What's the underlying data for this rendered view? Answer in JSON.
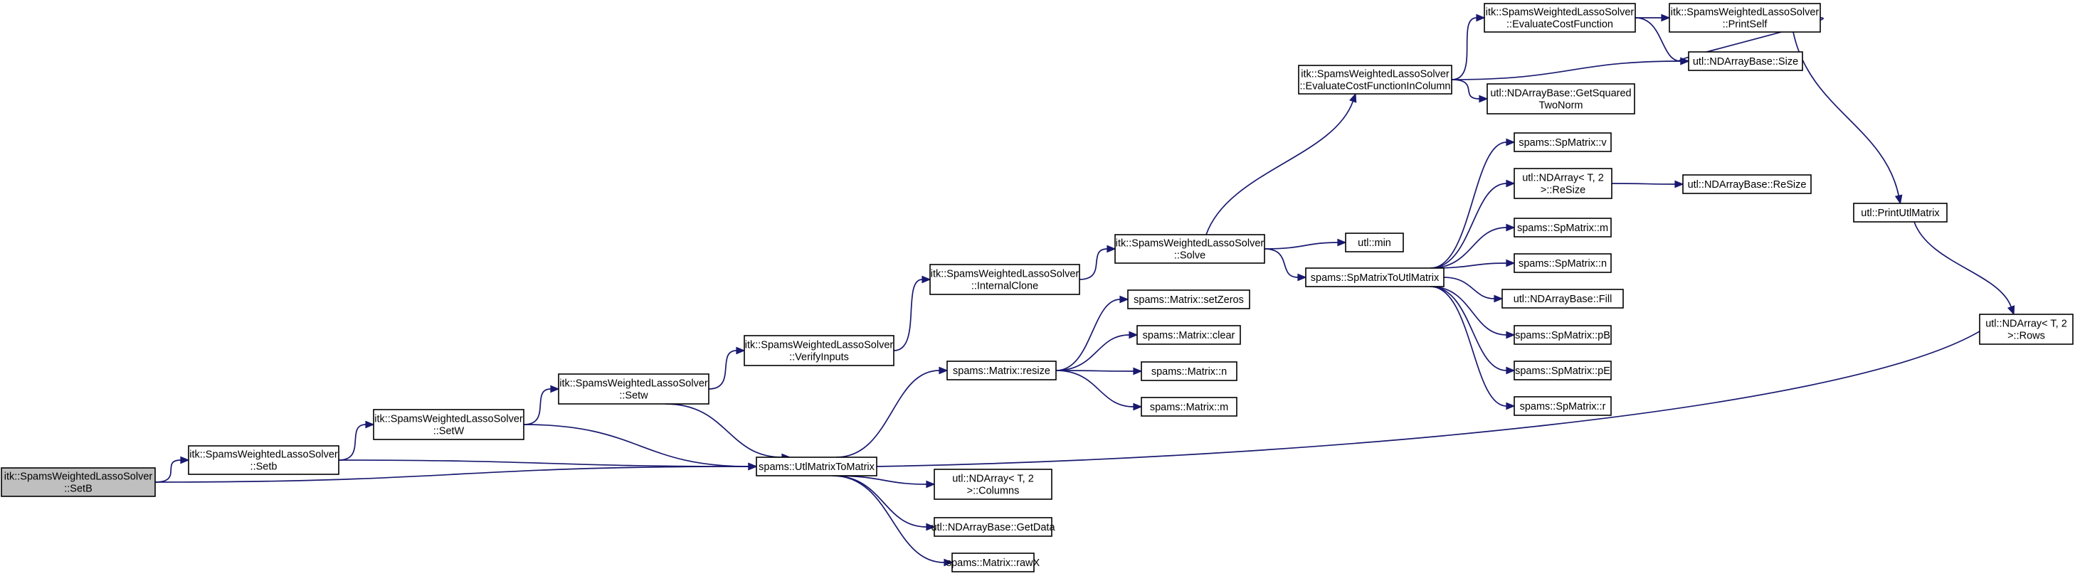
{
  "colors": {
    "edge": "#191970",
    "node_border": "#000000",
    "node_fill": "#ffffff",
    "root_fill": "#bfbfbf"
  },
  "nodes": [
    {
      "id": "setB",
      "lines": [
        "itk::SpamsWeightedLassoSolver",
        "::SetB"
      ],
      "root": true
    },
    {
      "id": "setb",
      "lines": [
        "itk::SpamsWeightedLassoSolver",
        "::Setb"
      ]
    },
    {
      "id": "setW",
      "lines": [
        "itk::SpamsWeightedLassoSolver",
        "::SetW"
      ]
    },
    {
      "id": "setw",
      "lines": [
        "itk::SpamsWeightedLassoSolver",
        "::Setw"
      ]
    },
    {
      "id": "verify",
      "lines": [
        "itk::SpamsWeightedLassoSolver",
        "::VerifyInputs"
      ]
    },
    {
      "id": "internalClone",
      "lines": [
        "itk::SpamsWeightedLassoSolver",
        "::InternalClone"
      ]
    },
    {
      "id": "solve",
      "lines": [
        "itk::SpamsWeightedLassoSolver",
        "::Solve"
      ]
    },
    {
      "id": "evalCol",
      "lines": [
        "itk::SpamsWeightedLassoSolver",
        "::EvaluateCostFunctionInColumn"
      ]
    },
    {
      "id": "evalCost",
      "lines": [
        "itk::SpamsWeightedLassoSolver",
        "::EvaluateCostFunction"
      ]
    },
    {
      "id": "printSelf",
      "lines": [
        "itk::SpamsWeightedLassoSolver",
        "::PrintSelf"
      ]
    },
    {
      "id": "ndSize",
      "lines": [
        "utl::NDArrayBase::Size"
      ]
    },
    {
      "id": "sqNorm",
      "lines": [
        "utl::NDArrayBase::GetSquared",
        "TwoNorm"
      ]
    },
    {
      "id": "utlMin",
      "lines": [
        "utl::min"
      ]
    },
    {
      "id": "spToUtl",
      "lines": [
        "spams::SpMatrixToUtlMatrix"
      ]
    },
    {
      "id": "spV",
      "lines": [
        "spams::SpMatrix::v"
      ]
    },
    {
      "id": "ndReSize",
      "lines": [
        "utl::NDArray< T, 2",
        " >::ReSize"
      ]
    },
    {
      "id": "ndBaseReSize",
      "lines": [
        "utl::NDArrayBase::ReSize"
      ]
    },
    {
      "id": "spM",
      "lines": [
        "spams::SpMatrix::m"
      ]
    },
    {
      "id": "spN",
      "lines": [
        "spams::SpMatrix::n"
      ]
    },
    {
      "id": "ndFill",
      "lines": [
        "utl::NDArrayBase::Fill"
      ]
    },
    {
      "id": "spPB",
      "lines": [
        "spams::SpMatrix::pB"
      ]
    },
    {
      "id": "spPE",
      "lines": [
        "spams::SpMatrix::pE"
      ]
    },
    {
      "id": "spR",
      "lines": [
        "spams::SpMatrix::r"
      ]
    },
    {
      "id": "setZeros",
      "lines": [
        "spams::Matrix::setZeros"
      ]
    },
    {
      "id": "clear",
      "lines": [
        "spams::Matrix::clear"
      ]
    },
    {
      "id": "mN",
      "lines": [
        "spams::Matrix::n"
      ]
    },
    {
      "id": "mM",
      "lines": [
        "spams::Matrix::m"
      ]
    },
    {
      "id": "resize",
      "lines": [
        "spams::Matrix::resize"
      ]
    },
    {
      "id": "utlToMat",
      "lines": [
        "spams::UtlMatrixToMatrix"
      ]
    },
    {
      "id": "cols",
      "lines": [
        "utl::NDArray< T, 2",
        " >::Columns"
      ]
    },
    {
      "id": "getData",
      "lines": [
        "utl::NDArrayBase::GetData"
      ]
    },
    {
      "id": "rawX",
      "lines": [
        "spams::Matrix::rawX"
      ]
    },
    {
      "id": "printUtl",
      "lines": [
        "utl::PrintUtlMatrix"
      ]
    },
    {
      "id": "rows",
      "lines": [
        "utl::NDArray< T, 2",
        " >::Rows"
      ]
    }
  ],
  "edges": [
    [
      "setB",
      "setb"
    ],
    [
      "setB",
      "utlToMat"
    ],
    [
      "setb",
      "setW"
    ],
    [
      "setb",
      "utlToMat"
    ],
    [
      "setW",
      "setw"
    ],
    [
      "setW",
      "utlToMat"
    ],
    [
      "setw",
      "verify"
    ],
    [
      "setw",
      "utlToMat"
    ],
    [
      "verify",
      "internalClone"
    ],
    [
      "internalClone",
      "solve"
    ],
    [
      "solve",
      "evalCol"
    ],
    [
      "solve",
      "utlMin"
    ],
    [
      "solve",
      "spToUtl"
    ],
    [
      "evalCol",
      "evalCost"
    ],
    [
      "evalCol",
      "ndSize"
    ],
    [
      "evalCol",
      "sqNorm"
    ],
    [
      "evalCost",
      "printSelf"
    ],
    [
      "evalCost",
      "ndSize"
    ],
    [
      "printSelf",
      "ndSize"
    ],
    [
      "printSelf",
      "printUtl"
    ],
    [
      "printUtl",
      "rows"
    ],
    [
      "spToUtl",
      "spV"
    ],
    [
      "spToUtl",
      "ndReSize"
    ],
    [
      "spToUtl",
      "spM"
    ],
    [
      "spToUtl",
      "spN"
    ],
    [
      "spToUtl",
      "ndFill"
    ],
    [
      "spToUtl",
      "spPB"
    ],
    [
      "spToUtl",
      "spPE"
    ],
    [
      "spToUtl",
      "spR"
    ],
    [
      "ndReSize",
      "ndBaseReSize"
    ],
    [
      "resize",
      "setZeros"
    ],
    [
      "resize",
      "clear"
    ],
    [
      "resize",
      "mN"
    ],
    [
      "resize",
      "mM"
    ],
    [
      "utlToMat",
      "resize"
    ],
    [
      "utlToMat",
      "cols"
    ],
    [
      "utlToMat",
      "getData"
    ],
    [
      "utlToMat",
      "rawX"
    ],
    [
      "utlToMat",
      "rows"
    ]
  ]
}
